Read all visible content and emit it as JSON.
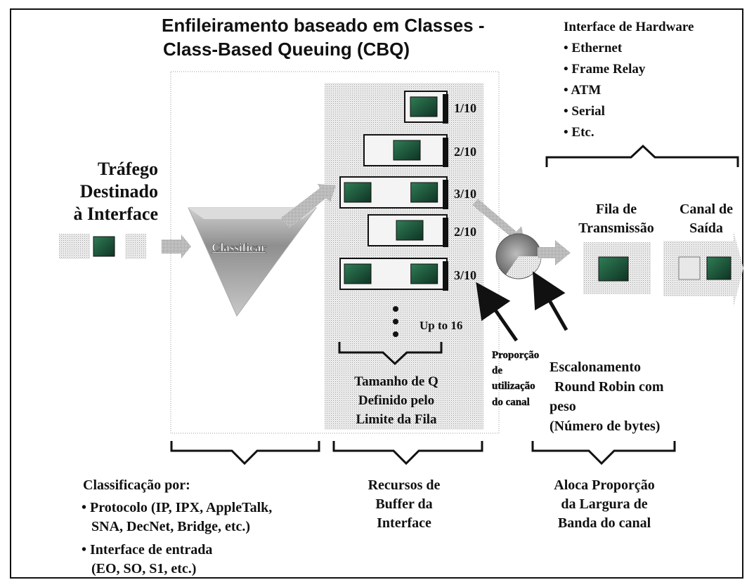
{
  "title": {
    "line1": "Enfileiramento baseado em Classes -",
    "line2": "Class-Based Queuing (CBQ)"
  },
  "hardware_interface": {
    "heading": "Interface de Hardware",
    "items": [
      "• Ethernet",
      "• Frame Relay",
      "• ATM",
      "• Serial",
      "• Etc."
    ]
  },
  "incoming_traffic": {
    "line1": "Tráfego",
    "line2": "Destinado",
    "line3": "à Interface"
  },
  "classifier": {
    "label": "Classificar"
  },
  "queues": {
    "ratios": [
      "1/10",
      "2/10",
      "3/10",
      "2/10",
      "3/10"
    ],
    "up_to": "Up to 16",
    "size_caption": {
      "line1": "Tamanho de Q",
      "line2": "Definido pelo",
      "line3": "Limite da Fila"
    }
  },
  "proportion_caption": {
    "line1": "Proporção",
    "line2": "de",
    "line3": "utilização",
    "line4": "do canal"
  },
  "transmit_queue": {
    "line1": "Fila de",
    "line2": "Transmissão"
  },
  "output_channel": {
    "line1": "Canal de",
    "line2": "Saída"
  },
  "scheduling": {
    "line1": "Escalonamento",
    "line2": "Round Robin com",
    "line3": "peso",
    "line4": "(Número de bytes)"
  },
  "classification": {
    "heading": "Classificação por:",
    "bullet1_line1": "• Protocolo (IP, IPX, AppleTalk,",
    "bullet1_line2": "SNA, DecNet, Bridge, etc.)",
    "bullet2_line1": "• Interface de entrada",
    "bullet2_line2": "(EO, SO, S1, etc.)"
  },
  "buffer_resources": {
    "line1": "Recursos de",
    "line2": "Buffer da",
    "line3": "Interface"
  },
  "bandwidth_allocation": {
    "line1": "Aloca Proporção",
    "line2": "da Largura de",
    "line3": "Banda do canal"
  },
  "colors": {
    "stipple_light": "#e4e4e4",
    "stipple_dark": "#9a9a9a",
    "packet_green": "#1f5f3f",
    "ink": "#111111"
  }
}
